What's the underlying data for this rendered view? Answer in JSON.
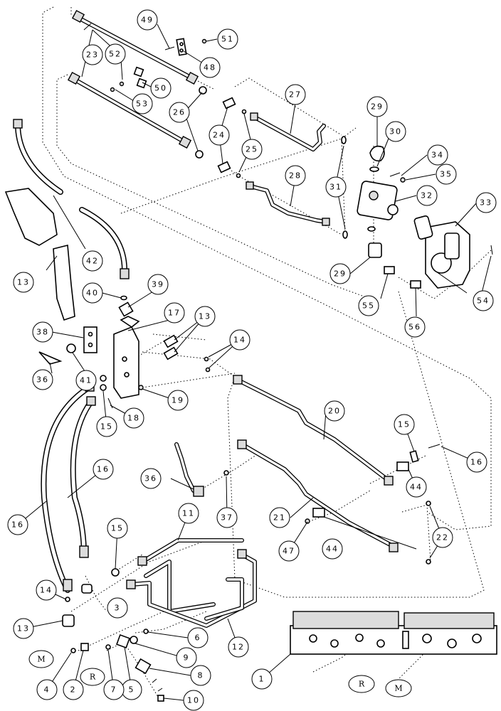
{
  "callouts": [
    {
      "id": "c1",
      "label": "1"
    },
    {
      "id": "c2",
      "label": "2"
    },
    {
      "id": "c3",
      "label": "3"
    },
    {
      "id": "c4",
      "label": "4"
    },
    {
      "id": "c5",
      "label": "5"
    },
    {
      "id": "c6",
      "label": "6"
    },
    {
      "id": "c7",
      "label": "7"
    },
    {
      "id": "c8",
      "label": "8"
    },
    {
      "id": "c9",
      "label": "9"
    },
    {
      "id": "c10",
      "label": "10"
    },
    {
      "id": "c11",
      "label": "11"
    },
    {
      "id": "c12",
      "label": "12"
    },
    {
      "id": "c13a",
      "label": "13"
    },
    {
      "id": "c13b",
      "label": "13"
    },
    {
      "id": "c13c",
      "label": "13"
    },
    {
      "id": "c14a",
      "label": "14"
    },
    {
      "id": "c14b",
      "label": "14"
    },
    {
      "id": "c15a",
      "label": "15"
    },
    {
      "id": "c15b",
      "label": "15"
    },
    {
      "id": "c15c",
      "label": "15"
    },
    {
      "id": "c16a",
      "label": "16"
    },
    {
      "id": "c16b",
      "label": "16"
    },
    {
      "id": "c16c",
      "label": "16"
    },
    {
      "id": "c17",
      "label": "17"
    },
    {
      "id": "c18",
      "label": "18"
    },
    {
      "id": "c19",
      "label": "19"
    },
    {
      "id": "c20",
      "label": "20"
    },
    {
      "id": "c21",
      "label": "21"
    },
    {
      "id": "c22",
      "label": "22"
    },
    {
      "id": "c23",
      "label": "23"
    },
    {
      "id": "c24",
      "label": "24"
    },
    {
      "id": "c25",
      "label": "25"
    },
    {
      "id": "c26",
      "label": "26"
    },
    {
      "id": "c27",
      "label": "27"
    },
    {
      "id": "c28",
      "label": "28"
    },
    {
      "id": "c29a",
      "label": "29"
    },
    {
      "id": "c29b",
      "label": "29"
    },
    {
      "id": "c30",
      "label": "30"
    },
    {
      "id": "c31",
      "label": "31"
    },
    {
      "id": "c32",
      "label": "32"
    },
    {
      "id": "c33",
      "label": "33"
    },
    {
      "id": "c34",
      "label": "34"
    },
    {
      "id": "c35",
      "label": "35"
    },
    {
      "id": "c36a",
      "label": "36"
    },
    {
      "id": "c36b",
      "label": "36"
    },
    {
      "id": "c37",
      "label": "37"
    },
    {
      "id": "c38",
      "label": "38"
    },
    {
      "id": "c39",
      "label": "39"
    },
    {
      "id": "c40",
      "label": "40"
    },
    {
      "id": "c41",
      "label": "41"
    },
    {
      "id": "c42",
      "label": "42"
    },
    {
      "id": "c44a",
      "label": "44"
    },
    {
      "id": "c44b",
      "label": "44"
    },
    {
      "id": "c47",
      "label": "47"
    },
    {
      "id": "c48",
      "label": "48"
    },
    {
      "id": "c49",
      "label": "49"
    },
    {
      "id": "c50",
      "label": "50"
    },
    {
      "id": "c51",
      "label": "51"
    },
    {
      "id": "c52",
      "label": "52"
    },
    {
      "id": "c53",
      "label": "53"
    },
    {
      "id": "c54",
      "label": "54"
    },
    {
      "id": "c55",
      "label": "55"
    },
    {
      "id": "c56",
      "label": "56"
    }
  ],
  "refs": {
    "m_left": "M",
    "r_left": "R",
    "r_right": "R",
    "m_right": "M"
  },
  "colors": {
    "line": "#000000",
    "background": "#ffffff",
    "part_shade": "#dcdcdc"
  }
}
